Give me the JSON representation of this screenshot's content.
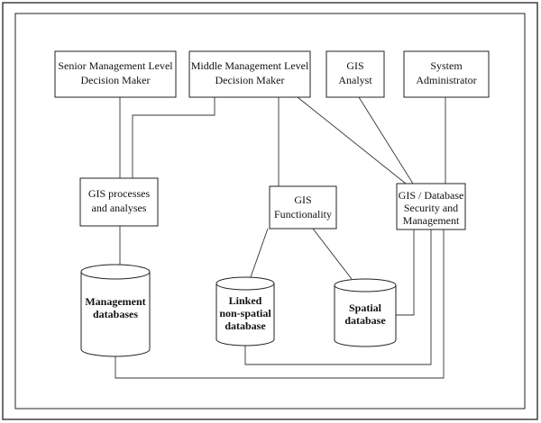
{
  "nodes": {
    "senior_mgmt": {
      "lines": [
        "Senior Management Level",
        "Decision Maker"
      ]
    },
    "middle_mgmt": {
      "lines": [
        "Middle Management Level",
        "Decision Maker"
      ]
    },
    "gis_analyst": {
      "lines": [
        "GIS",
        "Analyst"
      ]
    },
    "sys_admin": {
      "lines": [
        "System",
        "Administrator"
      ]
    },
    "gis_processes": {
      "lines": [
        "GIS processes",
        "and analyses"
      ]
    },
    "gis_functionality": {
      "lines": [
        "GIS",
        "Functionality"
      ]
    },
    "gis_security": {
      "lines": [
        "GIS / Database",
        "Security and",
        "Management"
      ]
    },
    "mgmt_db": {
      "lines": [
        "Management",
        "databases"
      ]
    },
    "linked_db": {
      "lines": [
        "Linked",
        "non-spatial",
        "database"
      ]
    },
    "spatial_db": {
      "lines": [
        "Spatial",
        "database"
      ]
    }
  },
  "colors": {
    "line": "#333333",
    "box_stroke": "#222222",
    "text": "#111111"
  }
}
